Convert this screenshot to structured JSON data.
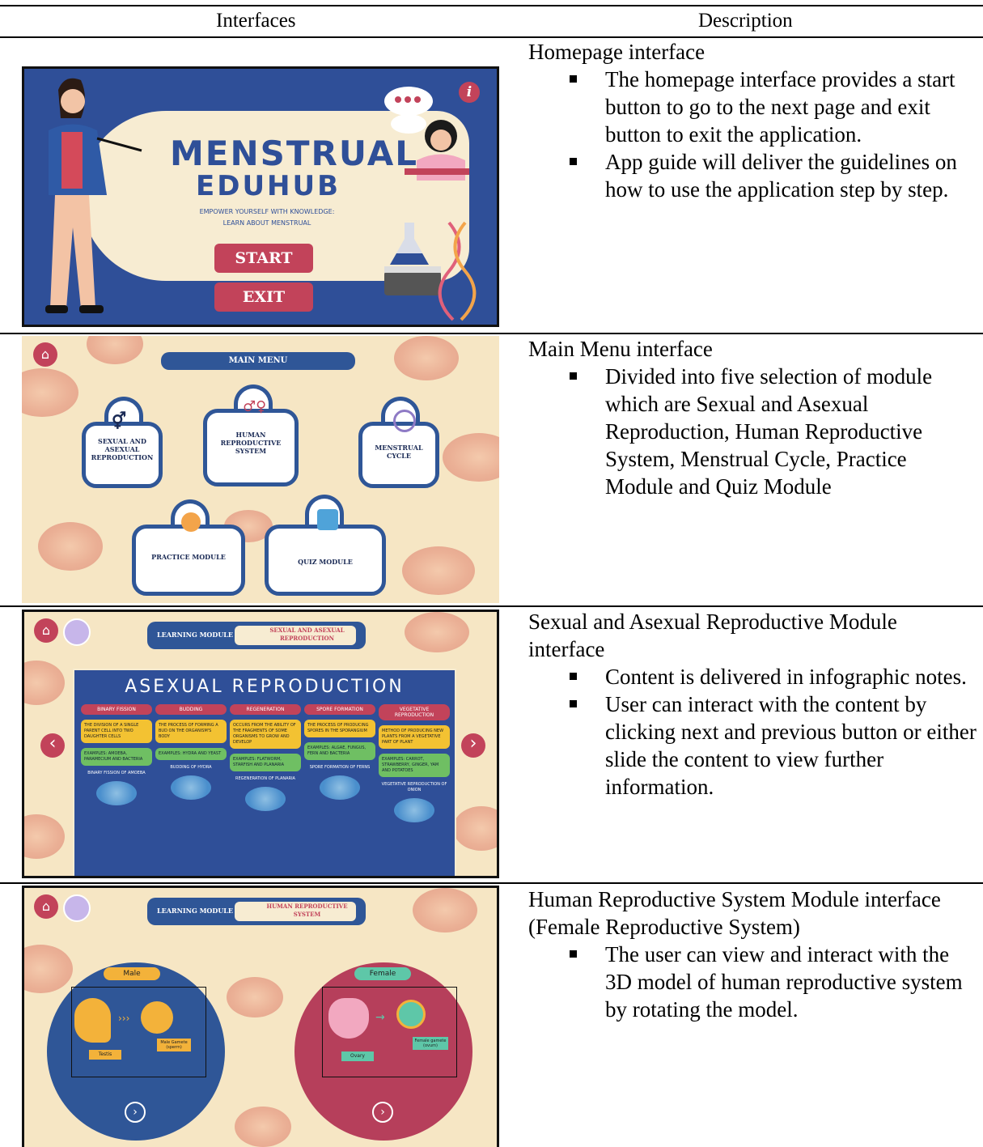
{
  "table": {
    "header_interfaces": "Interfaces",
    "header_description": "Description"
  },
  "rows": [
    {
      "title": "Homepage interface",
      "bullets": [
        "The homepage interface provides a start button to go to the next page and exit button to exit the application.",
        "App guide will deliver the guidelines on how to use the application step by step."
      ]
    },
    {
      "title": "Main Menu interface",
      "bullets": [
        "Divided into five selection of module which are Sexual and Asexual Reproduction, Human Reproductive System, Menstrual Cycle, Practice Module and Quiz Module"
      ]
    },
    {
      "title": "Sexual and Asexual Reproductive Module interface",
      "bullets": [
        "Content is delivered in infographic notes.",
        "User can interact with the content by clicking next and previous button or either slide the content to view further information."
      ]
    },
    {
      "title": "Human Reproductive System Module interface (Female Reproductive System)",
      "bullets": [
        "The  user can view and interact with the 3D model of human reproductive system by rotating the model."
      ]
    }
  ],
  "home_screen": {
    "title_line1": "MENSTRUAL",
    "title_line2": "EDUHUB",
    "tagline1": "EMPOWER YOURSELF WITH KNOWLEDGE:",
    "tagline2": "LEARN ABOUT MENSTRUAL",
    "start_label": "START",
    "exit_label": "EXIT",
    "info_label": "i",
    "bg_color": "#2f4f98",
    "panel_color": "#f7ecd2",
    "button_color": "#c2435a"
  },
  "menu_screen": {
    "title": "MAIN MENU",
    "cards": [
      {
        "label": "SEXUAL AND ASEXUAL REPRODUCTION",
        "icon": "gender-symbols-icon"
      },
      {
        "label": "HUMAN REPRODUCTIVE SYSTEM",
        "icon": "people-icon"
      },
      {
        "label": "MENSTRUAL CYCLE",
        "icon": "cycle-icon"
      },
      {
        "label": "PRACTICE MODULE",
        "icon": "student-icon"
      },
      {
        "label": "QUIZ MODULE",
        "icon": "quiz-icon"
      }
    ],
    "bg_color": "#f6e6c4",
    "accent_color": "#2f5697"
  },
  "asexual_screen": {
    "module_label": "LEARNING MODULE",
    "module_title": "SEXUAL AND ASEXUAL REPRODUCTION",
    "board_title": "ASEXUAL REPRODUCTION",
    "columns": [
      {
        "head": "BINARY FISSION",
        "note": "THE DIVISION OF A SINGLE PARENT CELL INTO TWO DAUGHTER CELLS",
        "example": "EXAMPLES: AMOEBA, PARAMECIUM AND BACTERIA",
        "caption": "BINARY FISSION OF AMOEBA"
      },
      {
        "head": "BUDDING",
        "note": "THE PROCESS OF FORMING A BUD ON THE ORGANISM'S BODY",
        "example": "EXAMPLES: HYDRA AND YEAST",
        "caption": "BUDDING OF HYDRA"
      },
      {
        "head": "REGENERATION",
        "note": "OCCURS FROM THE ABILITY OF THE FRAGMENTS OF SOME ORGANISMS TO GROW AND DEVELOP",
        "example": "EXAMPLES: FLATWORM, STARFISH AND PLANARIA",
        "caption": "REGENERATION OF PLANARIA"
      },
      {
        "head": "SPORE FORMATION",
        "note": "THE PROCESS OF PRODUCING SPORES IN THE SPORANGIUM",
        "example": "EXAMPLES: ALGAE, FUNGUS, FERN AND BACTERIA",
        "caption": "SPORE FORMATION OF FERNS"
      },
      {
        "head": "VEGETATIVE REPRODUCTION",
        "note": "METHOD OF PRODUCING NEW PLANTS FROM A VEGETATIVE PART OF PLANT",
        "example": "EXAMPLES: CARROT, STRAWBERRY, GINGER, YAM AND POTATOES",
        "caption": "VEGETATIVE REPRODUCTION OF ONION"
      }
    ],
    "prev_label": "‹",
    "next_label": "›"
  },
  "human_screen": {
    "module_label": "LEARNING MODULE",
    "module_title": "HUMAN REPRODUCTIVE SYSTEM",
    "male_label": "Male",
    "female_label": "Female",
    "male_part": "Testis",
    "male_gamete": "Male Gamete (sperm)",
    "female_part": "Ovary",
    "female_gamete": "Female gamete (ovum)",
    "male_color": "#2f5697",
    "female_color": "#b63f5b"
  }
}
